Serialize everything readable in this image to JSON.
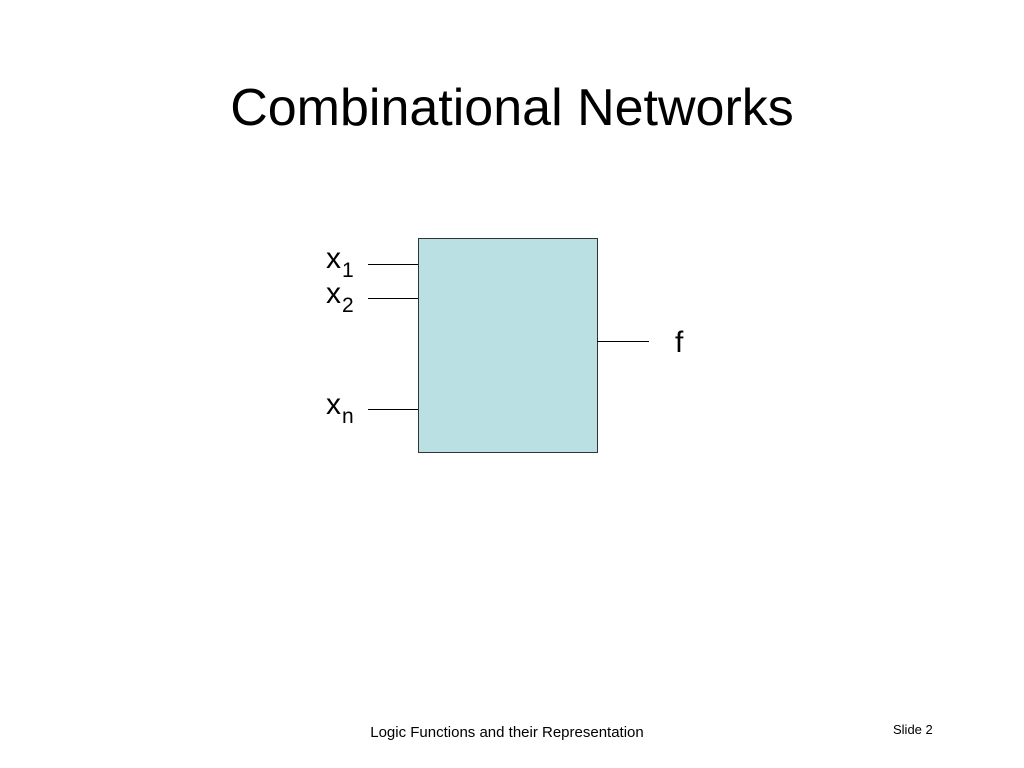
{
  "slide": {
    "title": "Combinational Networks",
    "footer_text": "Logic Functions and their Representation",
    "slide_number": "Slide 2"
  },
  "diagram": {
    "block_fill": "#bbe0e3",
    "inputs": [
      {
        "var": "x",
        "sub": "1"
      },
      {
        "var": "x",
        "sub": "2"
      },
      {
        "var": "x",
        "sub": "n"
      }
    ],
    "output": {
      "label": "f"
    }
  }
}
